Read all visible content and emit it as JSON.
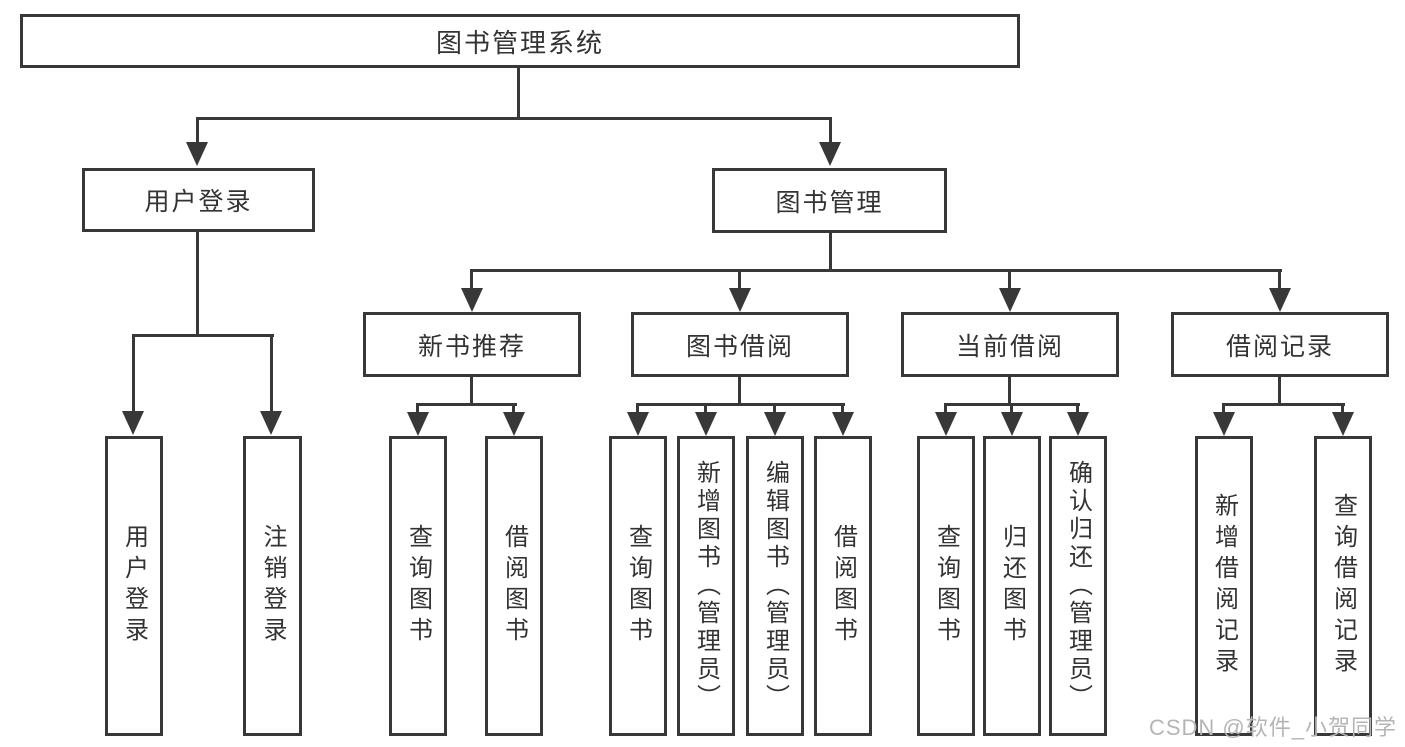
{
  "title": "图书管理系统",
  "level2": {
    "user_login": "用户登录",
    "book_mgmt": "图书管理"
  },
  "level3": {
    "new_books": "新书推荐",
    "book_borrow": "图书借阅",
    "current_borrow": "当前借阅",
    "borrow_records": "借阅记录"
  },
  "leaves": {
    "user_login": [
      "用户登录",
      "注销登录"
    ],
    "new_books": [
      "查询图书",
      "借阅图书"
    ],
    "book_borrow": [
      "查询图书",
      "新增图书（管理员）",
      "编辑图书（管理员）",
      "借阅图书"
    ],
    "current_borrow": [
      "查询图书",
      "归还图书",
      "确认归还（管理员）"
    ],
    "borrow_records": [
      "新增借阅记录",
      "查询借阅记录"
    ]
  },
  "watermark": "CSDN @软件_小贺同学",
  "colors": {
    "line": "#383838",
    "text": "#333333",
    "watermark": "#b5b5b5",
    "background": "#ffffff"
  }
}
